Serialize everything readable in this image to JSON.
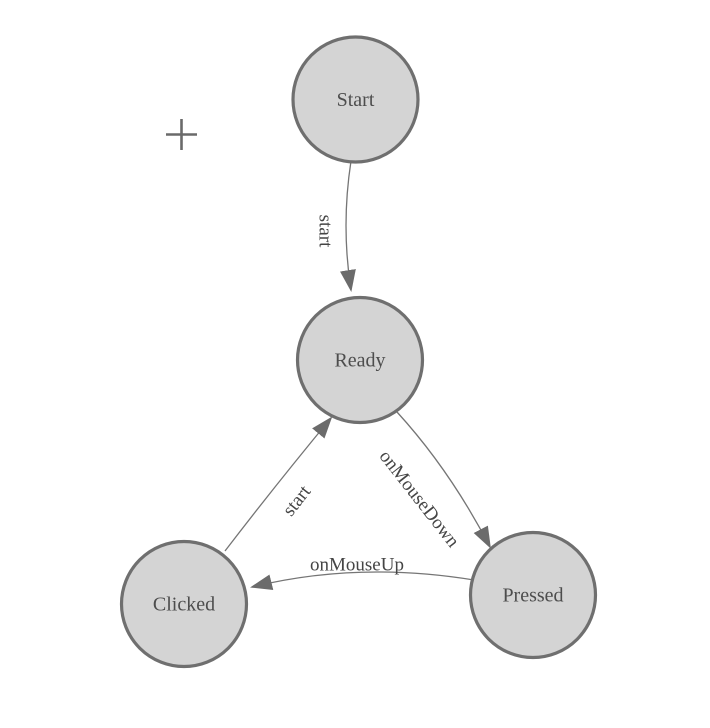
{
  "diagram": {
    "nodes": [
      {
        "id": "start",
        "label": "Start"
      },
      {
        "id": "ready",
        "label": "Ready"
      },
      {
        "id": "clicked",
        "label": "Clicked"
      },
      {
        "id": "pressed",
        "label": "Pressed"
      }
    ],
    "edges": [
      {
        "from": "Start",
        "to": "Ready",
        "label": "start"
      },
      {
        "from": "Clicked",
        "to": "Ready",
        "label": "start"
      },
      {
        "from": "Ready",
        "to": "Pressed",
        "label": "onMouseDown"
      },
      {
        "from": "Pressed",
        "to": "Clicked",
        "label": "onMouseUp"
      }
    ],
    "colors": {
      "node_fill": "#d4d4d4",
      "node_stroke": "#6f6f6f",
      "node_text": "#4d4d4d",
      "edge_stroke": "#757575",
      "edge_text": "#454545",
      "arrowhead": "#6b6b6b",
      "background": "#ffffff"
    },
    "cursor": {
      "type": "crosshair-plus"
    }
  }
}
